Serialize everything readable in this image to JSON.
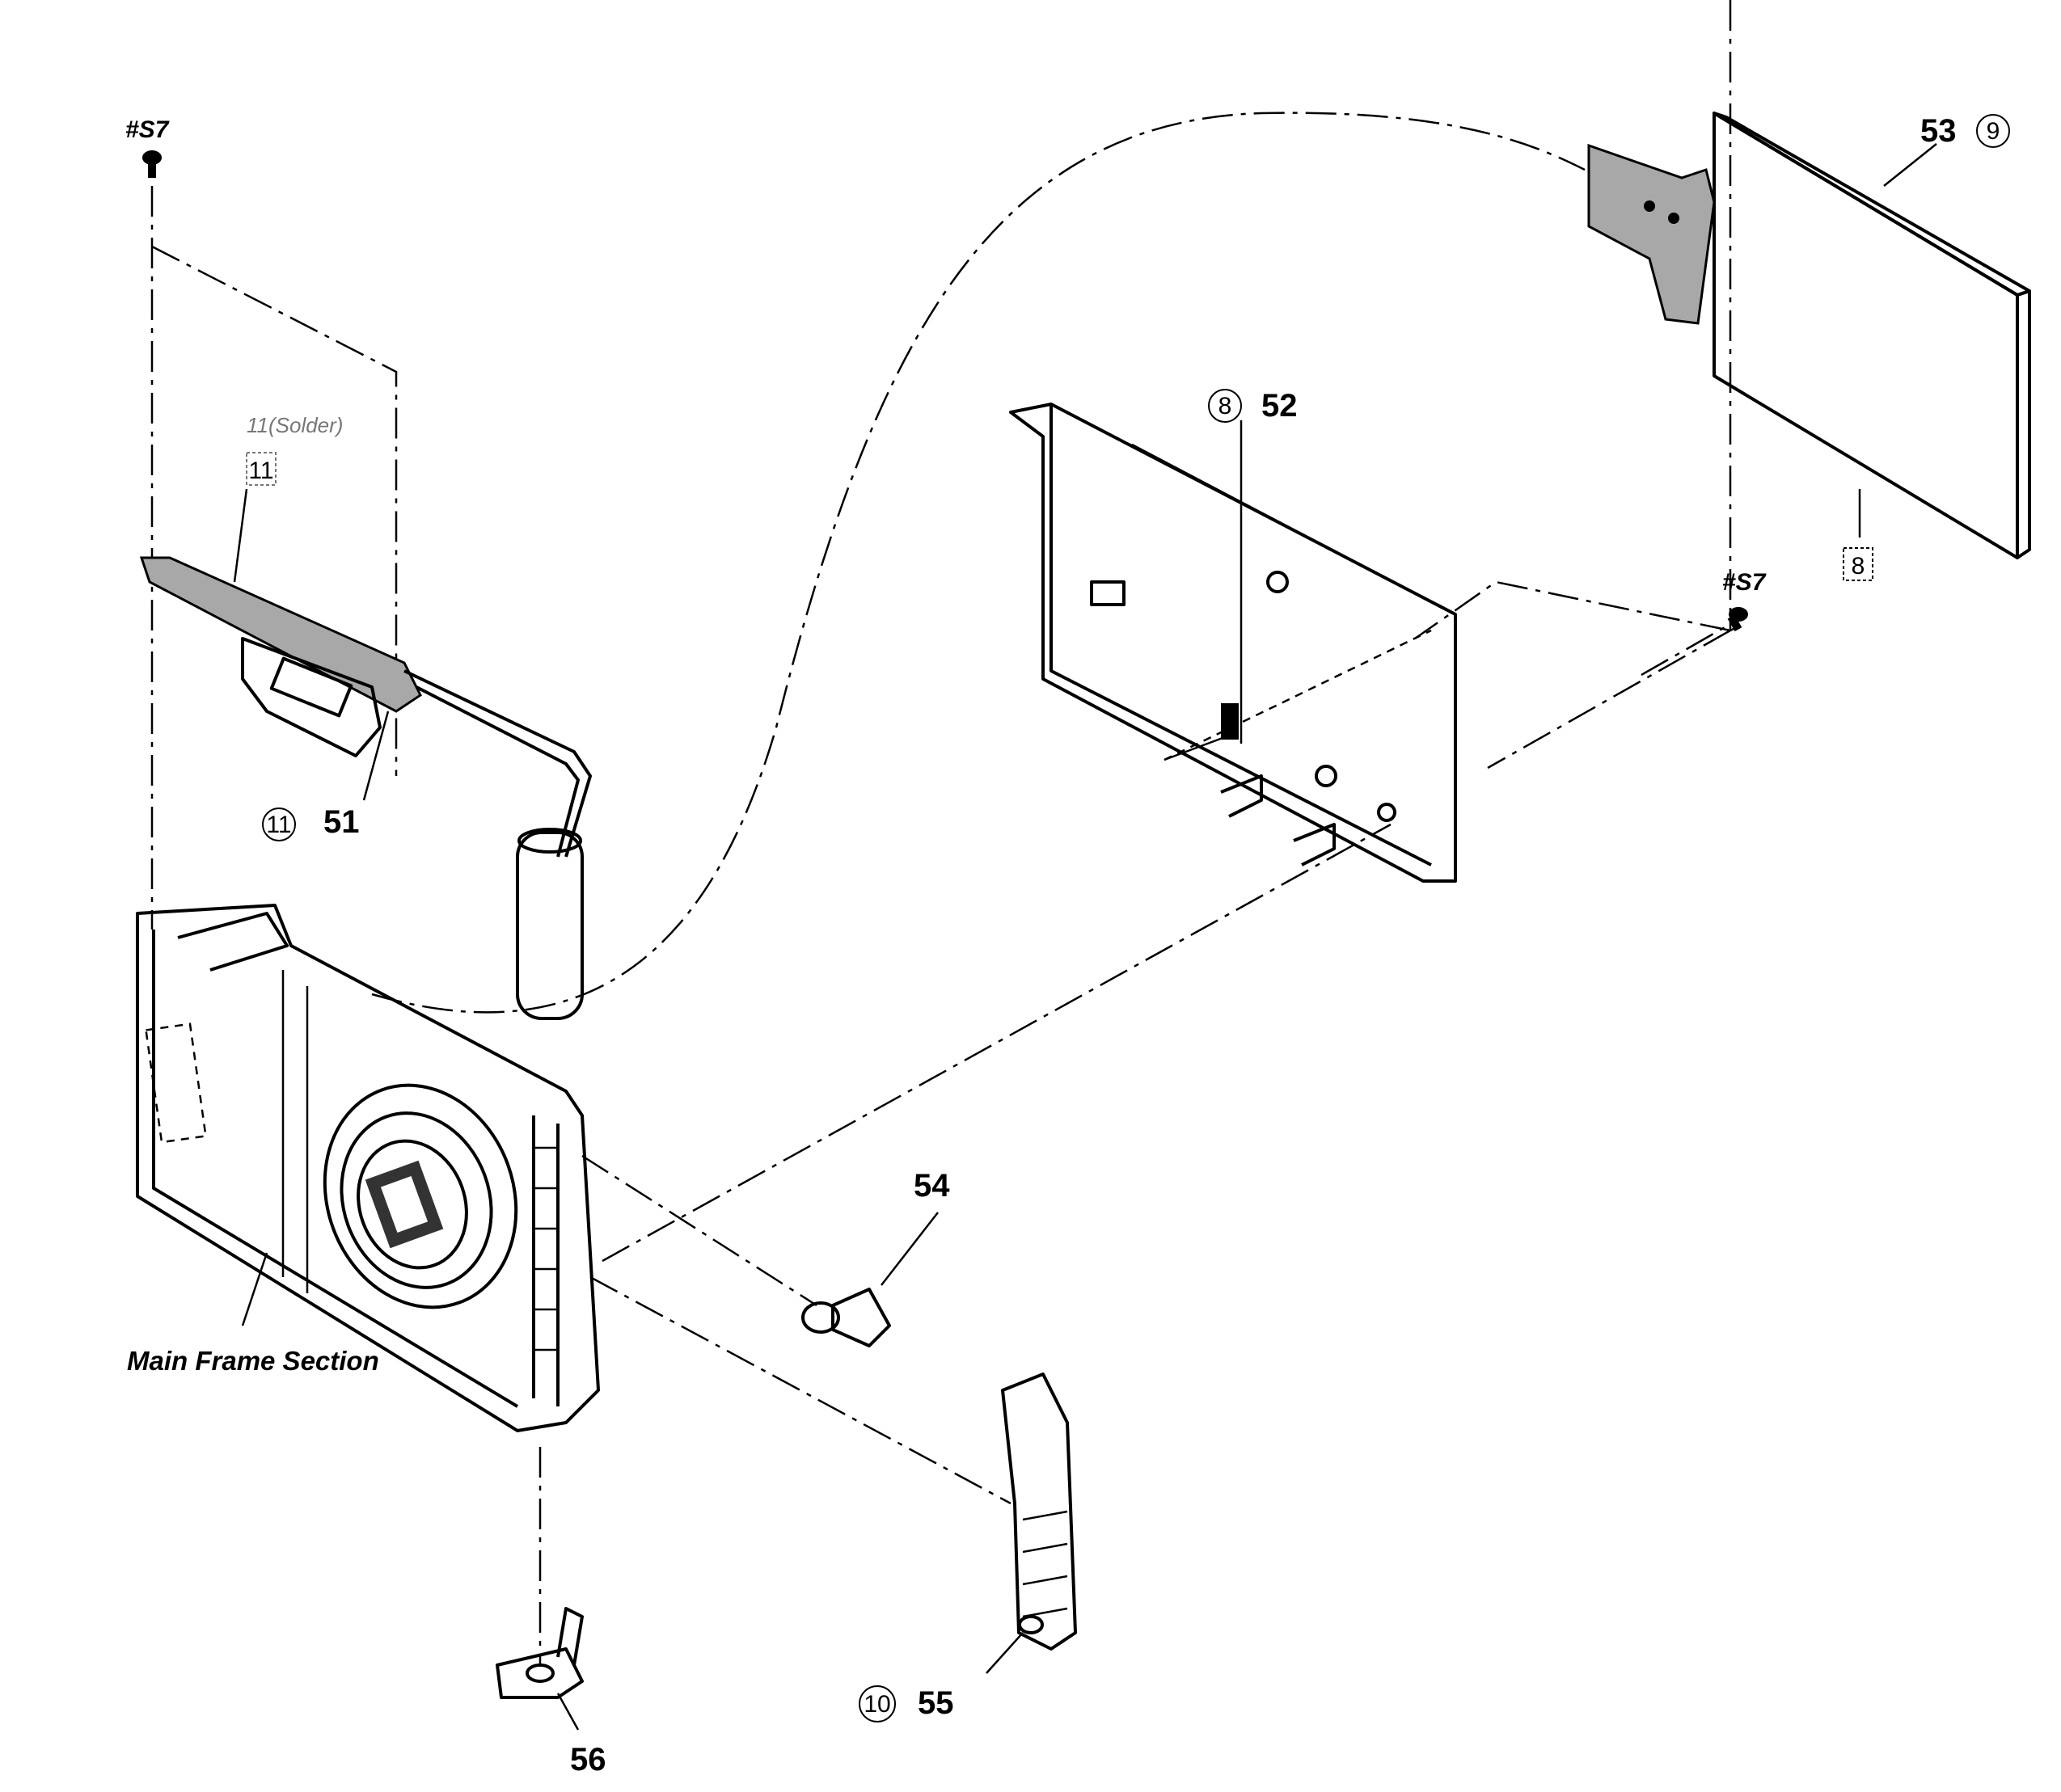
{
  "labels": {
    "screw_a": "#S7",
    "screw_b": "#S7",
    "part_51": "51",
    "part_52": "52",
    "part_53": "53",
    "part_54": "54",
    "part_55": "55",
    "part_56": "56",
    "circled_11": "11",
    "circled_8": "8",
    "circled_9": "9",
    "circled_10": "10",
    "boxed_11": "11",
    "boxed_8": "8",
    "solder_note": "11(Solder)",
    "main_frame": "Main Frame Section"
  }
}
